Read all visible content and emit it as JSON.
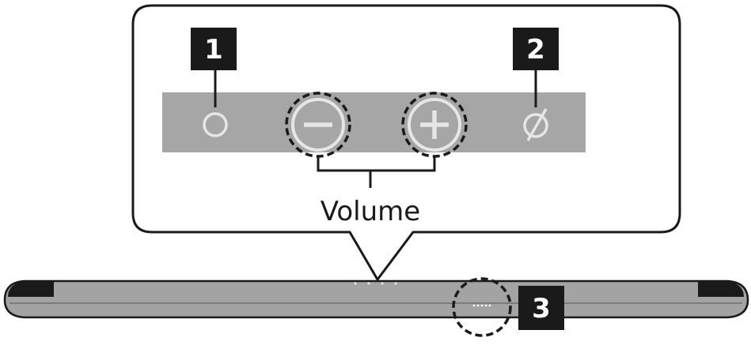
{
  "callouts": {
    "power_button": "1",
    "connect_button": "2",
    "indicator": "3"
  },
  "labels": {
    "volume": "Volume"
  },
  "icons": {
    "power": "power-circle-icon",
    "volume_down": "minus-icon",
    "volume_up": "plus-icon",
    "connect": "slashed-circle-icon",
    "indicator": "led-dots-icon"
  },
  "colors": {
    "panel": "#a6a6a6",
    "icon": "#e6e6e6",
    "badge": "#1a1a1a",
    "outline": "#1a1a1a",
    "soundbar_body": "#a3a3a3",
    "soundbar_end": "#1a1a1a"
  }
}
